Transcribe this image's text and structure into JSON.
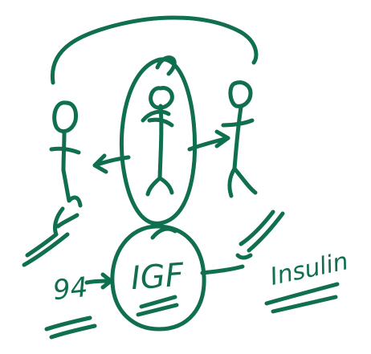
{
  "labels": {
    "hub_label": "IGF",
    "left_label": "94",
    "right_label": "Insulin"
  },
  "colors": {
    "ink": "#0f6f4f",
    "background": "#ffffff"
  }
}
